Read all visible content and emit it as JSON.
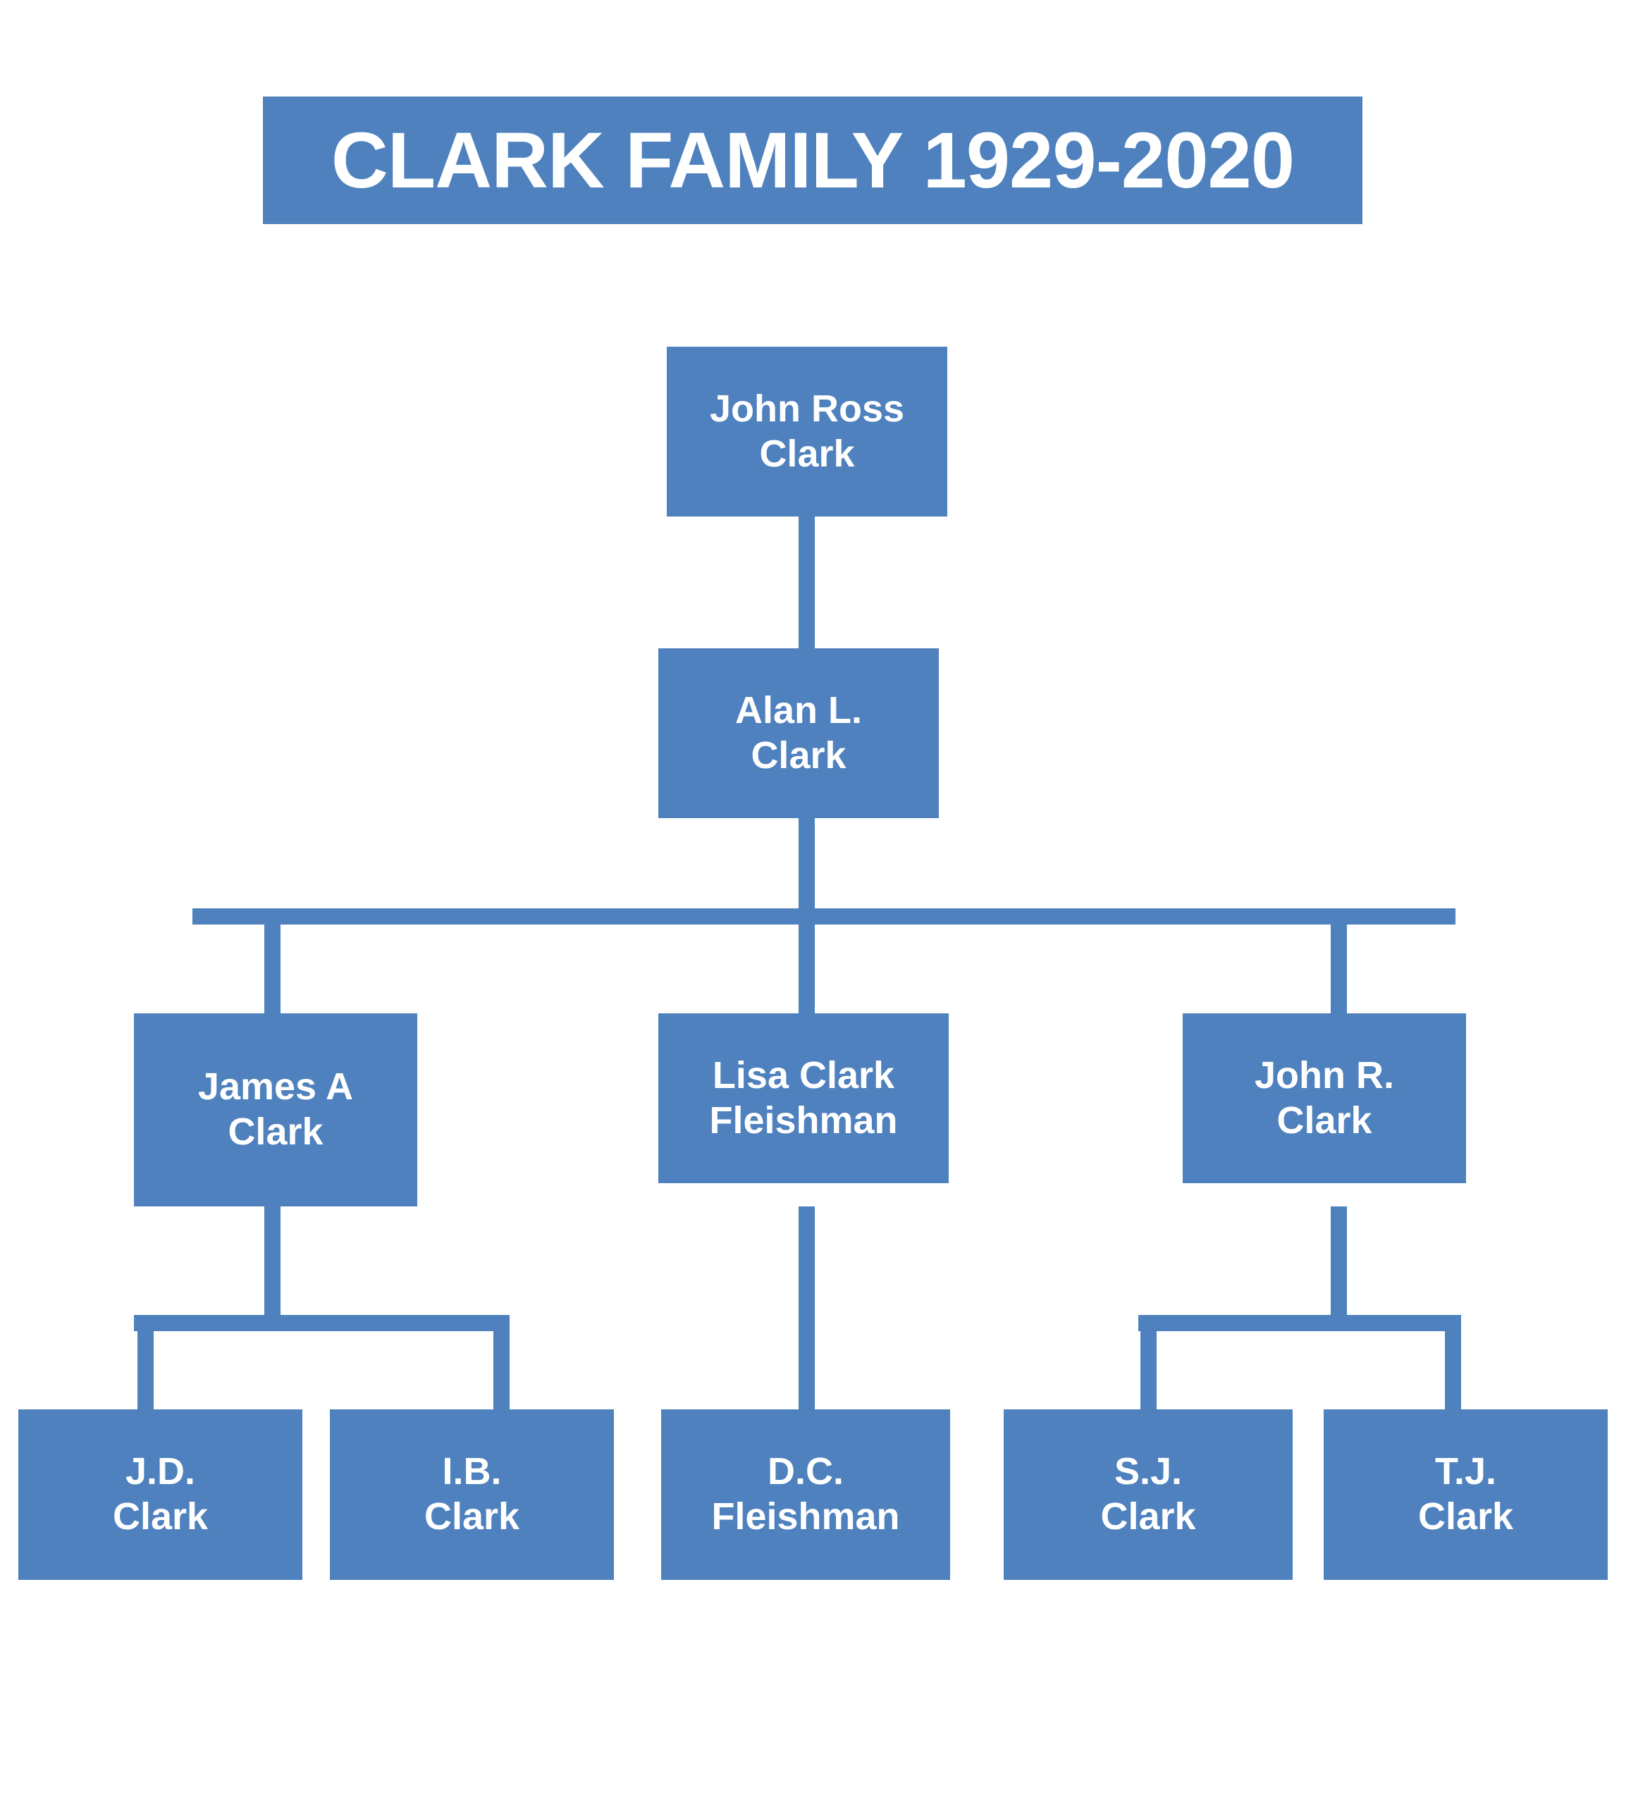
{
  "diagram": {
    "title": "CLARK FAMILY 1929-2020",
    "accent_color": "#4e81bd",
    "background_color": "#ffffff",
    "text_color": "#ffffff",
    "type": "family-tree-org-chart",
    "generations": 4
  },
  "nodes": {
    "john_ross_clark": "John Ross\nClark",
    "john_ross_clark_line1": "John Ross",
    "john_ross_clark_line2": "Clark",
    "alan_l_clark_line1": "Alan L.",
    "alan_l_clark_line2": "Clark",
    "james_a_clark_line1": "James A",
    "james_a_clark_line2": "Clark",
    "lisa_clark_fleishman_line1": "Lisa Clark",
    "lisa_clark_fleishman_line2": "Fleishman",
    "john_r_clark_line1": "John R.",
    "john_r_clark_line2": "Clark",
    "jd_clark_line1": "J.D.",
    "jd_clark_line2": "Clark",
    "ib_clark_line1": "I.B.",
    "ib_clark_line2": "Clark",
    "dc_fleishman_line1": "D.C.",
    "dc_fleishman_line2": "Fleishman",
    "sj_clark_line1": "S.J.",
    "sj_clark_line2": "Clark",
    "tj_clark_line1": "T.J.",
    "tj_clark_line2": "Clark"
  },
  "relationships": [
    {
      "parent": "John Ross Clark",
      "child": "Alan L. Clark"
    },
    {
      "parent": "Alan L. Clark",
      "child": "James A Clark"
    },
    {
      "parent": "Alan L. Clark",
      "child": "Lisa Clark Fleishman"
    },
    {
      "parent": "Alan L. Clark",
      "child": "John R. Clark"
    },
    {
      "parent": "James A Clark",
      "child": "J.D. Clark"
    },
    {
      "parent": "James A Clark",
      "child": "I.B. Clark"
    },
    {
      "parent": "Lisa Clark Fleishman",
      "child": "D.C. Fleishman"
    },
    {
      "parent": "John R. Clark",
      "child": "S.J. Clark"
    },
    {
      "parent": "John R. Clark",
      "child": "T.J. Clark"
    }
  ]
}
